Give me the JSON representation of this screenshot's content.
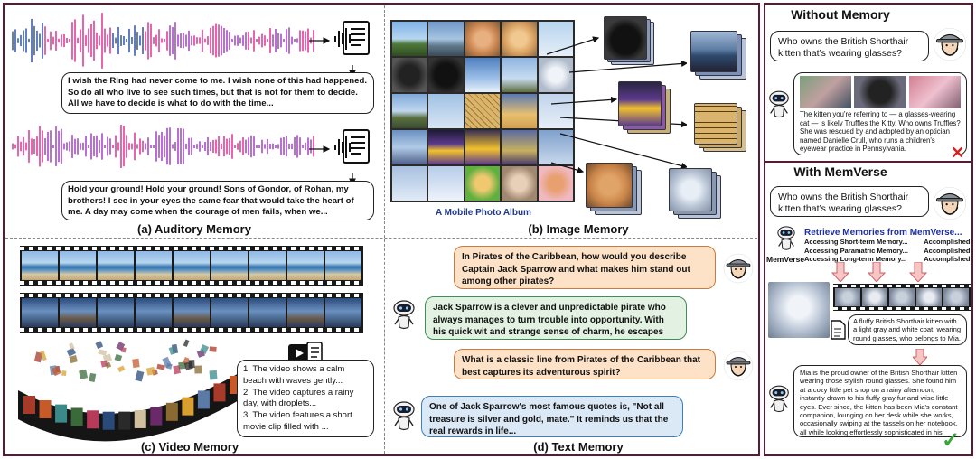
{
  "auditory": {
    "caption": "(a)  Auditory Memory",
    "text1": "I wish the Ring had never come to me. I wish none of this had happened. So do all who live to see such times, but that is not for them to decide. All we have to decide is what to do with the time...",
    "text2": "Hold your ground! Hold your ground! Sons of Gondor, of Rohan, my brothers! I see in your eyes the same fear that would take the heart of me. A day may come when the courage of men fails, when we...",
    "colors": {
      "pink": "#e0409a",
      "blue": "#3a5fb0",
      "violet": "#a64cc8"
    }
  },
  "image": {
    "caption": "(b)  Image Memory",
    "album_label": "A Mobile Photo Album"
  },
  "video": {
    "caption": "(c)  Video Memory",
    "items": [
      "1. The video shows a calm beach with waves gently...",
      "2. The video captures a rainy day, with droplets...",
      "3. The video features a short movie clip filled with ..."
    ]
  },
  "text": {
    "caption": "(d)  Text Memory",
    "q1": "In Pirates of the Caribbean, how would you describe Captain Jack Sparrow and what makes him stand out among other pirates?",
    "a1": "Jack Sparrow is a clever and unpredictable pirate who always manages to turn trouble into opportunity. With his quick wit and strange sense of charm, he escapes every...",
    "q2": "What is a classic line from Pirates of the Caribbean that best captures its adventurous spirit?",
    "a2": "One of Jack Sparrow's most famous quotes is, \"Not all treasure is silver and gold, mate.\" It reminds us that the real rewards in life..."
  },
  "without": {
    "title": "Without Memory",
    "question": "Who owns the British Shorthair kitten that’s wearing glasses?",
    "answer": "The kitten you're referring to — a glasses-wearing cat — is likely Truffles the Kitty. Who owns Truffles?She was rescued by and adopted by an optician named Danielle Crull, who runs a children's eyewear practice in Pennsylvania.",
    "mark": "✕"
  },
  "with": {
    "title": "With MemVerse",
    "question": "Who owns the British Shorthair kitten that’s wearing glasses?",
    "retrieve": "Retrieve Memories from MemVerse...",
    "steps": [
      {
        "label": "Accessing Short-term Memory...",
        "status": "Accomplished!"
      },
      {
        "label": "Accessing Paramatric Memory...",
        "status": "Accomplished!"
      },
      {
        "label": "Accessing Long-term Memory...",
        "status": "Accomplished!"
      }
    ],
    "brand": "MemVerse",
    "doc_text": "A fluffy British Shorthair kitten with a light gray and white coat, wearing round glasses, who belongs to Mia.",
    "answer": "Mia is the proud owner of the British Shorthair kitten wearing those stylish round glasses. She found him at a cozy little pet shop on a rainy afternoon, instantly drawn to his fluffy gray fur and wise little eyes. Ever since, the kitten has been Mia's constant companion, lounging on her desk while she works, occasionally swiping at the tassels on her notebook, all while looking effortlessly sophisticated in his signature glasses.",
    "mark": "✓"
  }
}
